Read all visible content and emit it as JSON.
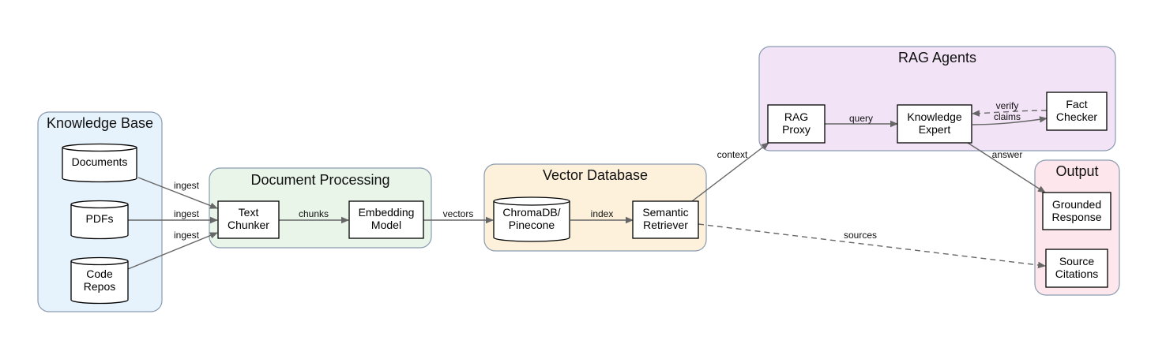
{
  "clusters": {
    "knowledge_base": {
      "title": "Knowledge Base",
      "fill": "#e6f2fc",
      "stroke": "#8a9bb0"
    },
    "doc_processing": {
      "title": "Document Processing",
      "fill": "#e8f5e8",
      "stroke": "#8a9bb0"
    },
    "vector_db": {
      "title": "Vector Database",
      "fill": "#fdf1dc",
      "stroke": "#8a9bb0"
    },
    "rag_agents": {
      "title": "RAG Agents",
      "fill": "#f2e4f6",
      "stroke": "#8a9bb0"
    },
    "output": {
      "title": "Output",
      "fill": "#fde7ec",
      "stroke": "#8a9bb0"
    }
  },
  "nodes": {
    "documents": {
      "line1": "Documents"
    },
    "pdfs": {
      "line1": "PDFs"
    },
    "code_repos": {
      "line1": "Code",
      "line2": "Repos"
    },
    "text_chunker": {
      "line1": "Text",
      "line2": "Chunker"
    },
    "embedding_model": {
      "line1": "Embedding",
      "line2": "Model"
    },
    "chromadb": {
      "line1": "ChromaDB/",
      "line2": "Pinecone"
    },
    "semantic_retriever": {
      "line1": "Semantic",
      "line2": "Retriever"
    },
    "rag_proxy": {
      "line1": "RAG",
      "line2": "Proxy"
    },
    "knowledge_expert": {
      "line1": "Knowledge",
      "line2": "Expert"
    },
    "fact_checker": {
      "line1": "Fact",
      "line2": "Checker"
    },
    "grounded_response": {
      "line1": "Grounded",
      "line2": "Response"
    },
    "source_citations": {
      "line1": "Source",
      "line2": "Citations"
    }
  },
  "edges": {
    "documents_chunker": "ingest",
    "pdfs_chunker": "ingest",
    "repos_chunker": "ingest",
    "chunker_embedding": "chunks",
    "embedding_chromadb": "vectors",
    "chromadb_retriever": "index",
    "retriever_proxy": "context",
    "proxy_expert": "query",
    "checker_expert": "verify",
    "expert_checker": "claims",
    "expert_response": "answer",
    "retriever_citations": "sources"
  }
}
